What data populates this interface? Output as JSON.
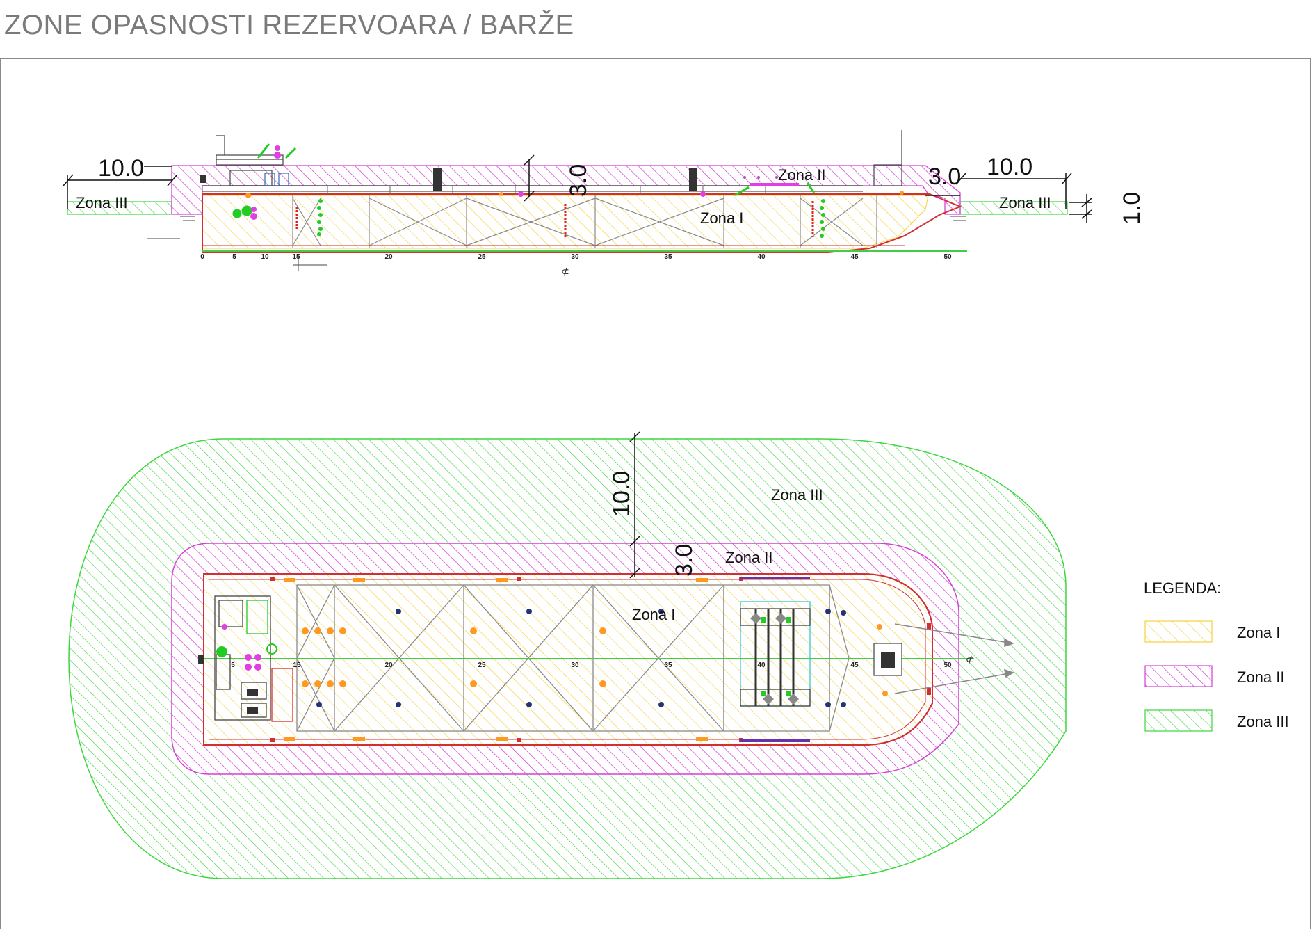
{
  "title": "ZONE OPASNOSTI REZERVOARA / BARŽE",
  "zones": {
    "zone1": "Zona I",
    "zone2": "Zona II",
    "zone3": "Zona III"
  },
  "dimensions": {
    "side_left": "10.0",
    "side_right": "10.0",
    "side_height": "3.0",
    "side_bow_small": "3.0",
    "side_depth": "1.0",
    "plan_outer": "10.0",
    "plan_inner": "3.0"
  },
  "frame_numbers": [
    "0",
    "5",
    "10",
    "15",
    "20",
    "25",
    "30",
    "35",
    "40",
    "45",
    "50"
  ],
  "plan_frame_numbers": [
    "5",
    "15",
    "20",
    "25",
    "30",
    "35",
    "40",
    "45",
    "50"
  ],
  "centerline_symbol": "⊄",
  "legend": {
    "heading": "LEGENDA:",
    "items": [
      {
        "label": "Zona I",
        "color": "#ffe24a"
      },
      {
        "label": "Zona II",
        "color": "#e23ee2"
      },
      {
        "label": "Zona III",
        "color": "#39e039"
      }
    ]
  },
  "colors": {
    "zone1": "#ffe24a",
    "zone2": "#e23ee2",
    "zone3": "#39e039",
    "hull": "#d03030",
    "structure": "#8a8a8a"
  }
}
